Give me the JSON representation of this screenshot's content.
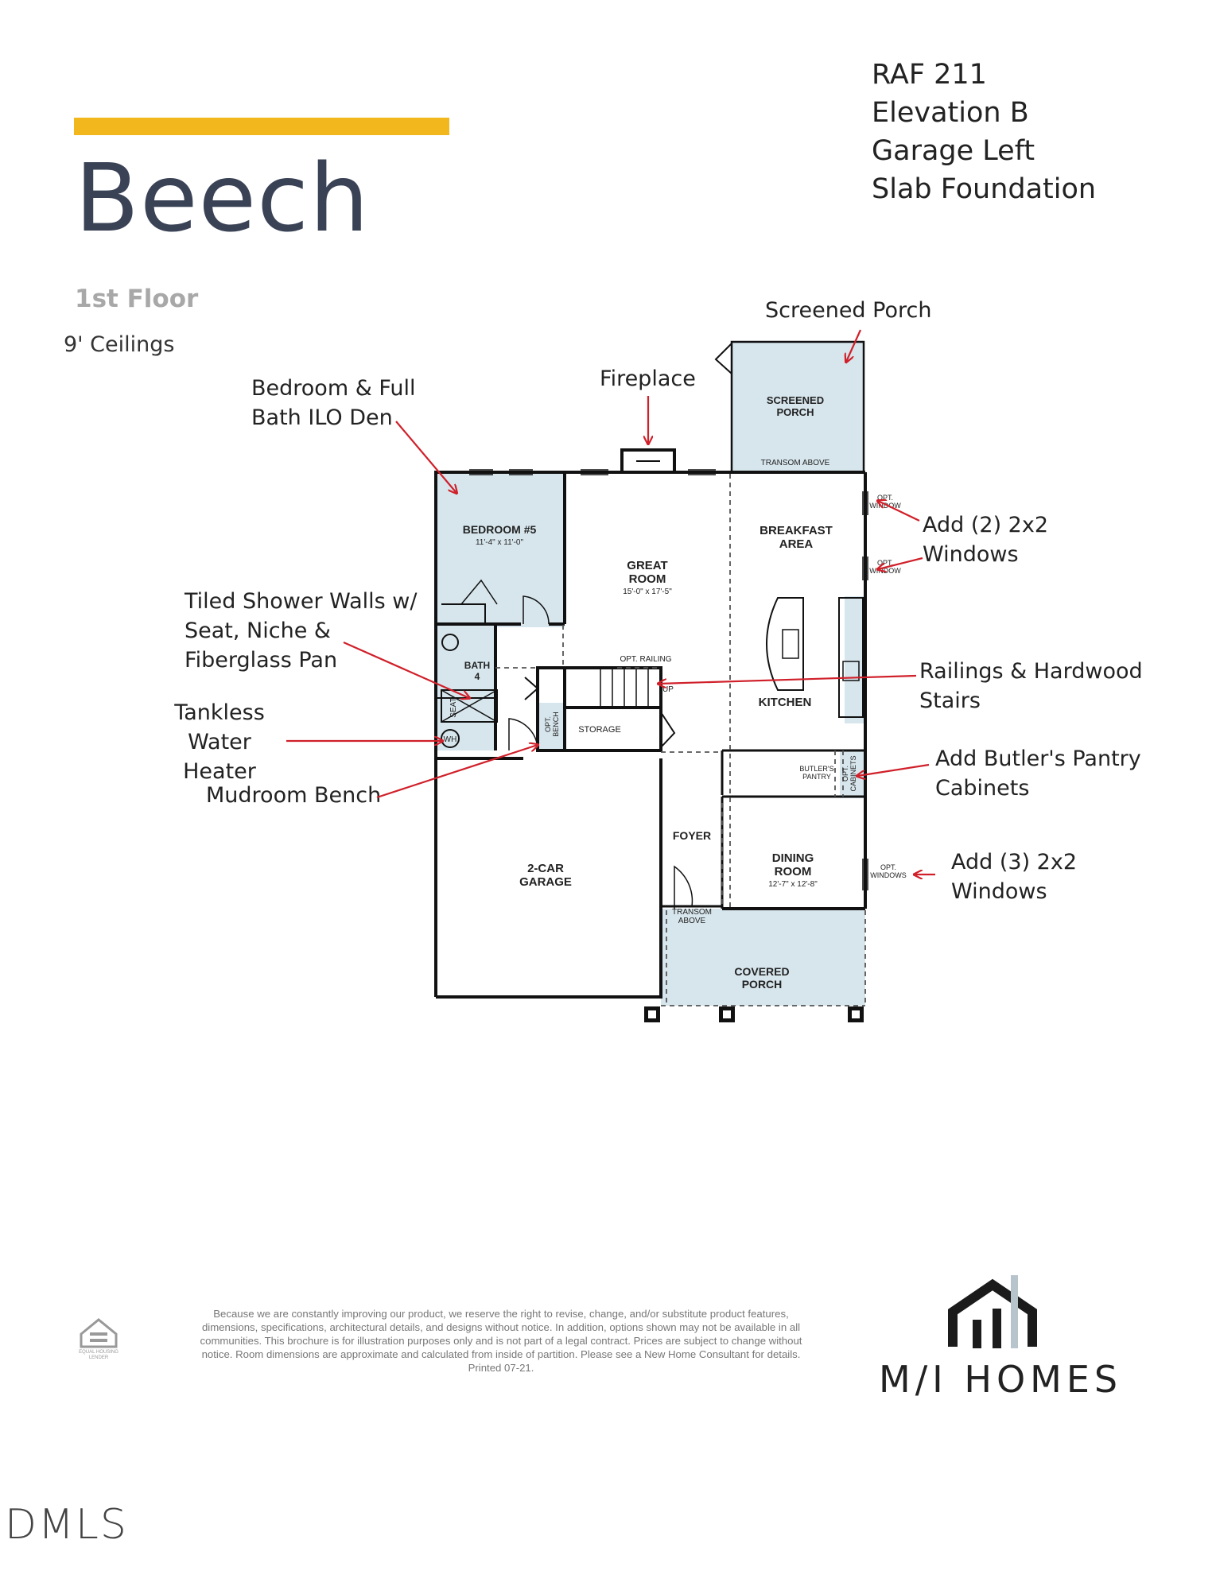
{
  "header": {
    "title": "Beech",
    "floor": "1st Floor",
    "ceilings": "9' Ceilings",
    "specs": [
      "RAF 211",
      "Elevation B",
      "Garage Left",
      "Slab Foundation"
    ]
  },
  "callouts": {
    "screened_porch": "Screened Porch",
    "fireplace": "Fireplace",
    "bedroom_bath": [
      "Bedroom & Full",
      "Bath ILO Den"
    ],
    "tiled_shower": [
      "Tiled Shower Walls w/",
      "Seat, Niche &",
      "Fiberglass Pan"
    ],
    "water_heater": [
      "Tankless",
      "Water Heater"
    ],
    "mudroom": "Mudroom Bench",
    "windows_2": [
      "Add (2) 2x2",
      "Windows"
    ],
    "railings": [
      "Railings & Hardwood",
      "Stairs"
    ],
    "butlers": [
      "Add Butler's Pantry",
      "Cabinets"
    ],
    "windows_3": [
      "Add (3) 2x2",
      "Windows"
    ]
  },
  "rooms": {
    "screened_porch": [
      "SCREENED",
      "PORCH"
    ],
    "transom_above_top": "TRANSOM ABOVE",
    "bedroom5": "BEDROOM #5",
    "bedroom5_dims": "11'-4\" x 11'-0\"",
    "great_room": [
      "GREAT",
      "ROOM"
    ],
    "great_room_dims": "15'-0\" x 17'-5\"",
    "breakfast": [
      "BREAKFAST",
      "AREA"
    ],
    "opt_window": [
      "OPT.",
      "WINDOW"
    ],
    "bath4": [
      "BATH",
      "4"
    ],
    "seat": "SEAT",
    "wh": "WH",
    "opt_railing": "OPT. RAILING",
    "up": "UP",
    "opt_bench": [
      "OPT.",
      "BENCH"
    ],
    "storage": "STORAGE",
    "kitchen": "KITCHEN",
    "butlers_pantry": [
      "BUTLER'S",
      "PANTRY"
    ],
    "opt_cabinets": [
      "OPT.",
      "CABINETS"
    ],
    "foyer": "FOYER",
    "garage": [
      "2-CAR",
      "GARAGE"
    ],
    "dining": [
      "DINING",
      "ROOM"
    ],
    "dining_dims": "12'-7\" x 12'-8\"",
    "opt_windows": [
      "OPT.",
      "WINDOWS"
    ],
    "transom_above_foyer": [
      "TRANSOM",
      "ABOVE"
    ],
    "covered_porch": [
      "COVERED",
      "PORCH"
    ]
  },
  "footer": {
    "disclaimer": "Because we are constantly improving our product, we reserve the right to revise, change, and/or substitute product features, dimensions, specifications, architectural details, and designs without notice. In addition, options shown may not be available in all communities. This brochure is for illustration purposes only and is not part of a legal contract. Prices are subject to change without notice. Room dimensions are approximate and calculated from inside of partition. Please see a New Home Consultant for details. Printed 07-21.",
    "brand": "M/I HOMES",
    "equal_housing": [
      "EQUAL HOUSING",
      "LENDER"
    ],
    "mls_mark": "DMLS"
  },
  "colors": {
    "accent": "#f3b71e",
    "title": "#3a4256",
    "option_fill": "#d7e6ed",
    "callout_arrow": "#d0202a",
    "wall": "#111111"
  }
}
